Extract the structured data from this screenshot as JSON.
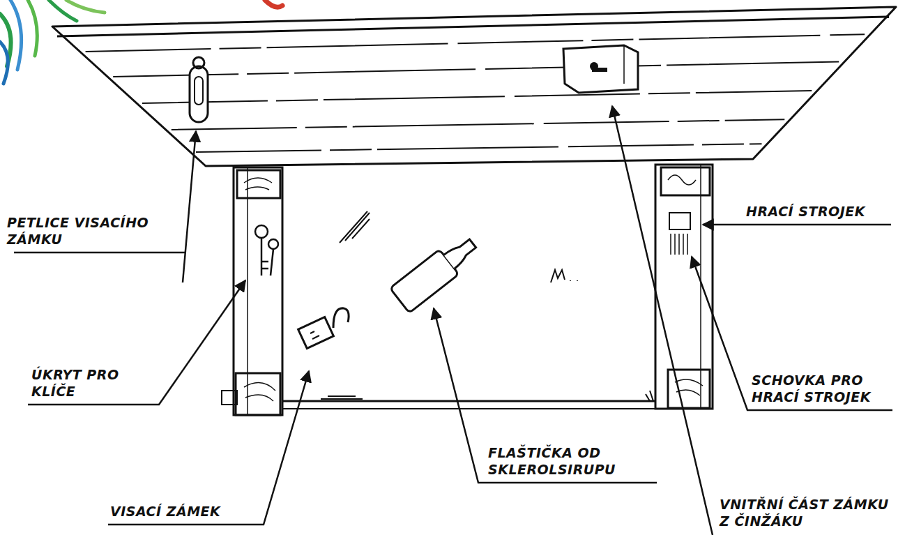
{
  "diagram": {
    "labels": [
      "PETLICE VISACÍHO ZÁMKU",
      "ÚKRYT PRO KLÍČE",
      "VISACÍ ZÁMEK",
      "FLAŠTIČKA OD SKLEROLSIRUPU",
      "VNITŘNÍ ČÁST ZÁMKU Z ČINŽÁKU",
      "HRACÍ STROJEK",
      "SCHOVKA PRO HRACÍ STROJEK"
    ]
  }
}
